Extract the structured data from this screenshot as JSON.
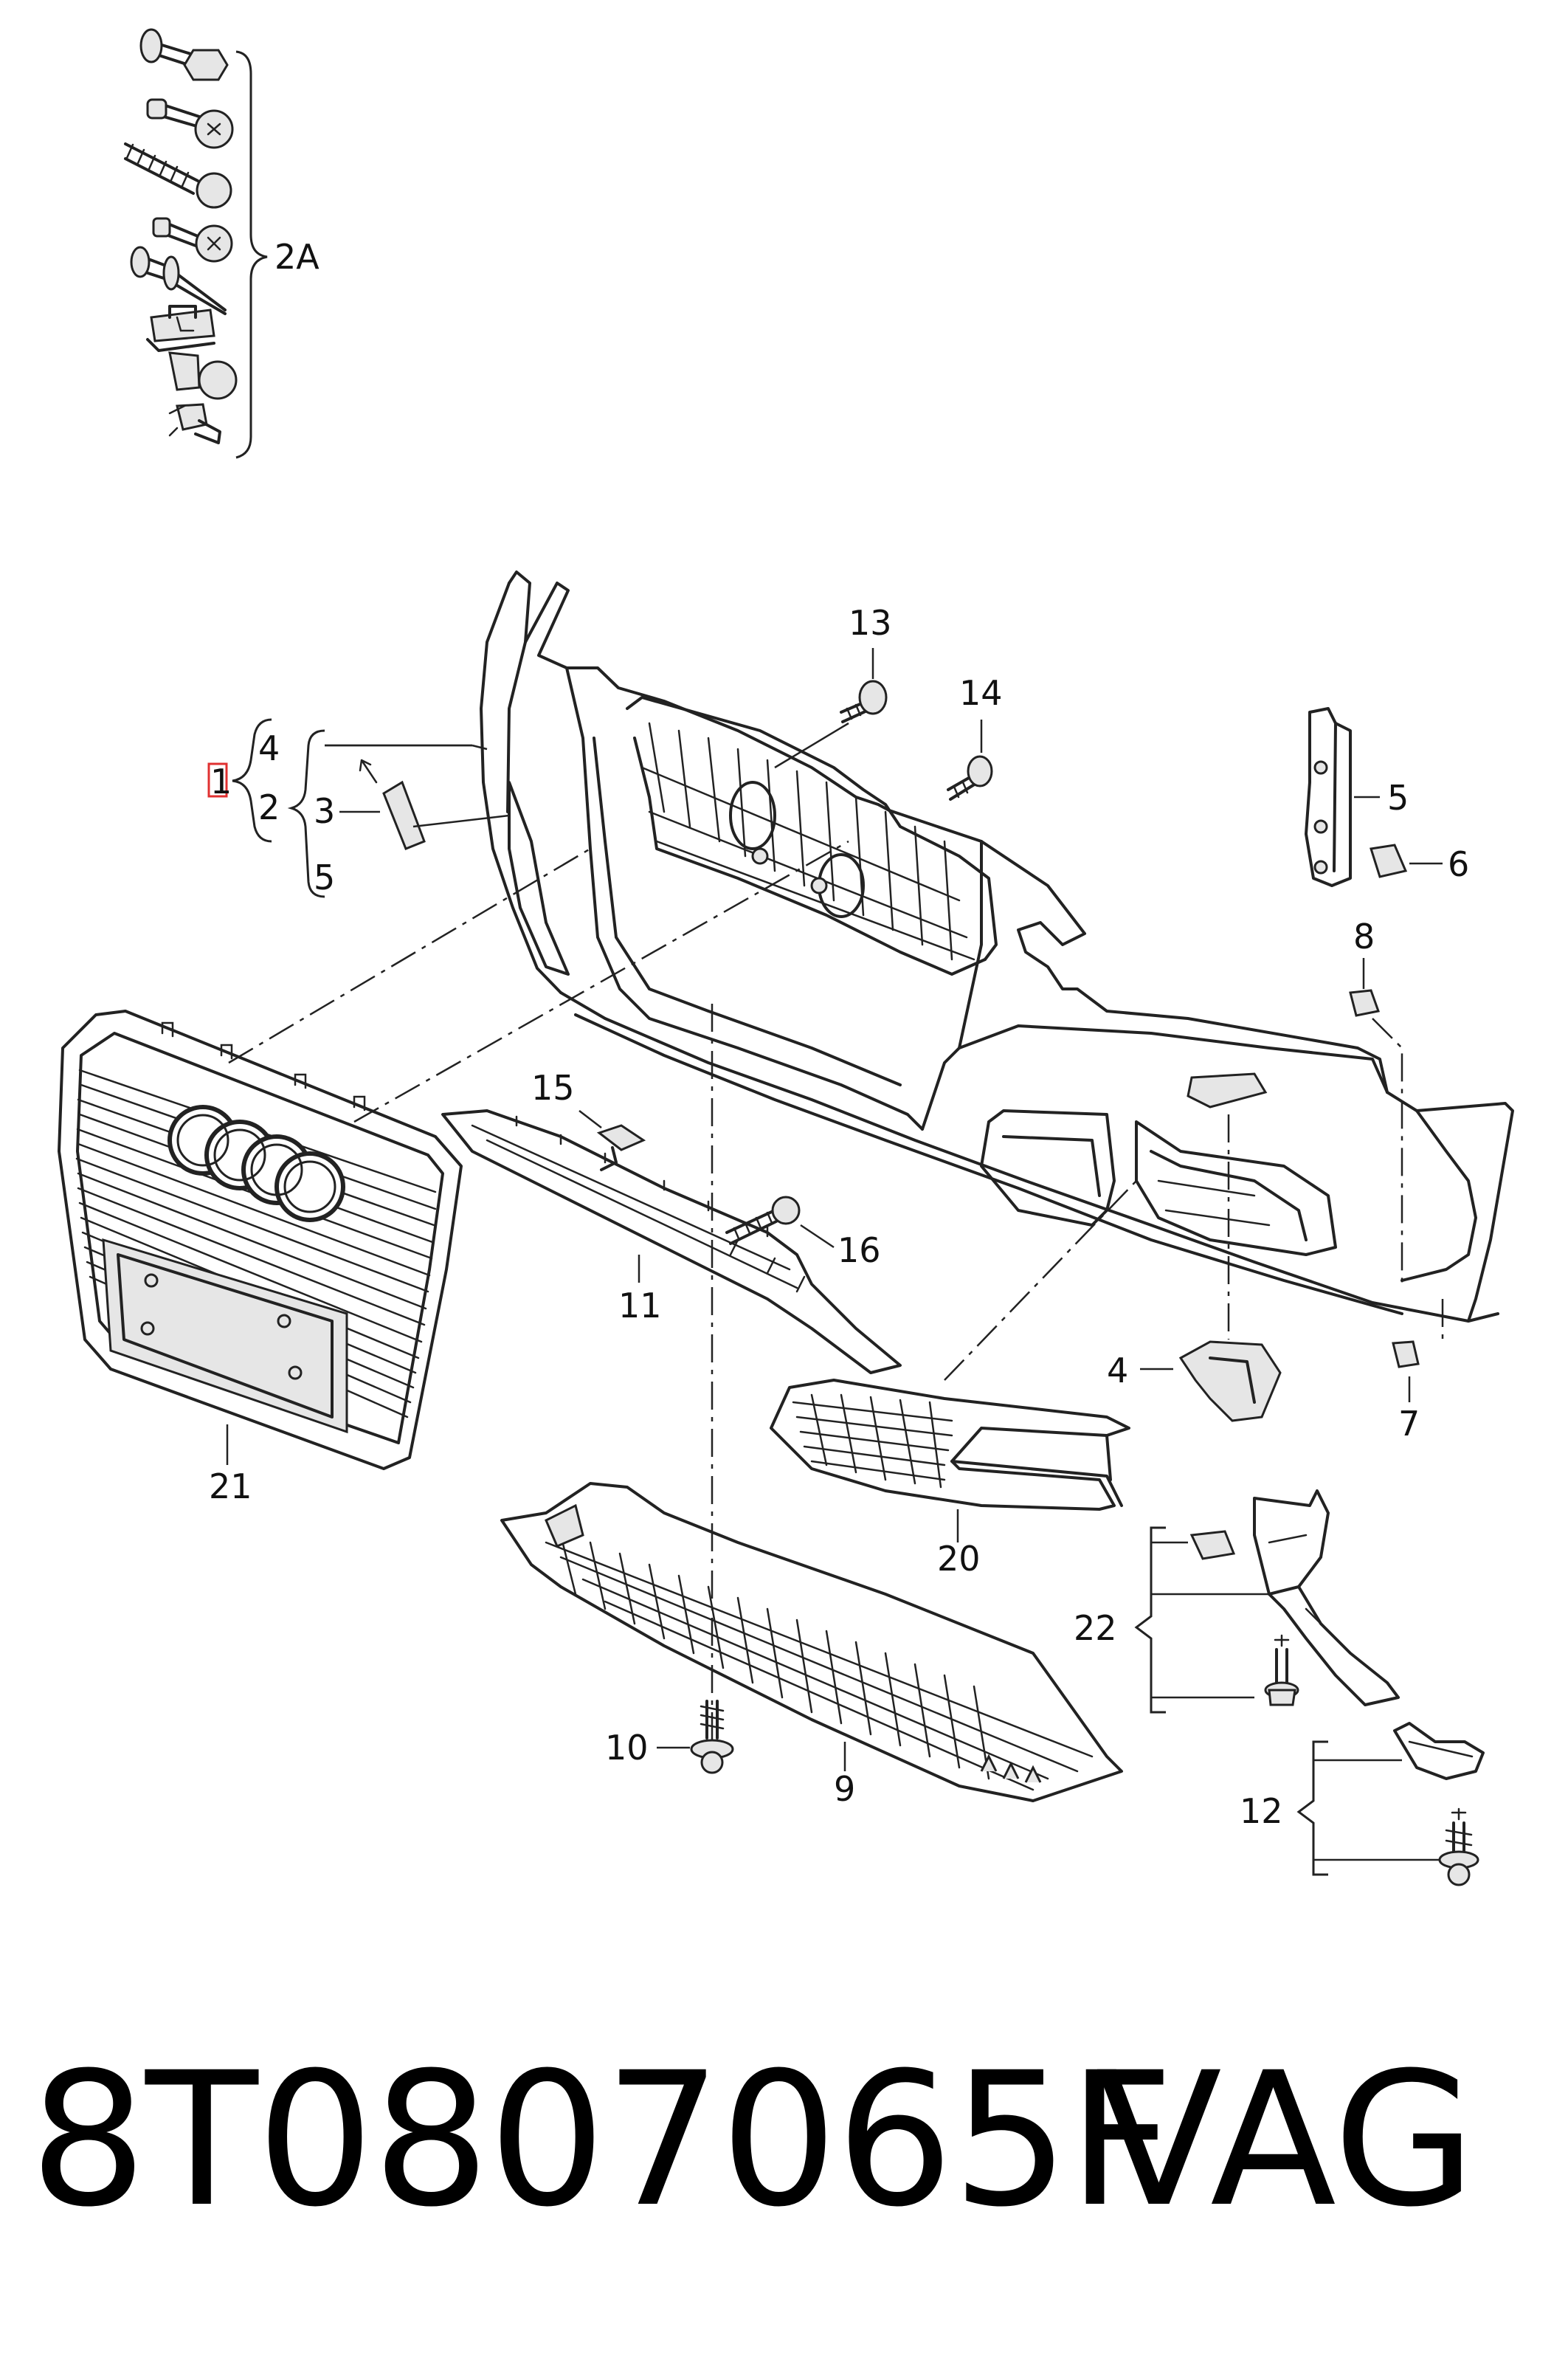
{
  "callouts": {
    "c1": "1",
    "c2": "2",
    "c2a": "2A",
    "c3": "3",
    "c4a": "4",
    "c4b": "4",
    "c5a": "5",
    "c5b": "5",
    "c6": "6",
    "c7": "7",
    "c8": "8",
    "c9": "9",
    "c10": "10",
    "c11": "11",
    "c12": "12",
    "c13": "13",
    "c14": "14",
    "c15": "15",
    "c16": "16",
    "c20": "20",
    "c21": "21",
    "c22": "22"
  },
  "footer": {
    "part_number": "8T0807065F",
    "brand": "VAG"
  }
}
